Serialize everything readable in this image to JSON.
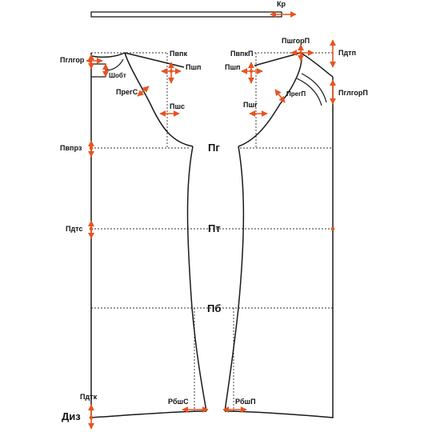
{
  "labels": {
    "kr": "Кр",
    "pglgor": "Пглгор",
    "shobt": "Шобт",
    "pvpk": "Пвпк",
    "pshp_back": "Пшп",
    "pregs": "ПрегС",
    "pshs": "Пшс",
    "pvpkp": "ПвпкП",
    "pshp_front": "Пшп",
    "pshgorp": "ПшгорП",
    "pdtp": "Пдтп",
    "pregp": "ПрегП",
    "pglgorp": "ПглгорП",
    "pshg": "Пшг",
    "pg": "Пг",
    "pvprz": "Пвпрз",
    "pt": "Пт",
    "pdts": "Пдтс",
    "pb": "Пб",
    "pdtk": "Пдтк",
    "rbshs": "РбшС",
    "rbshp": "РбшП",
    "diz": "Диз"
  },
  "colors": {
    "line": "#1a1a1a",
    "arrow": "#e8531f",
    "dashed": "#333333"
  }
}
